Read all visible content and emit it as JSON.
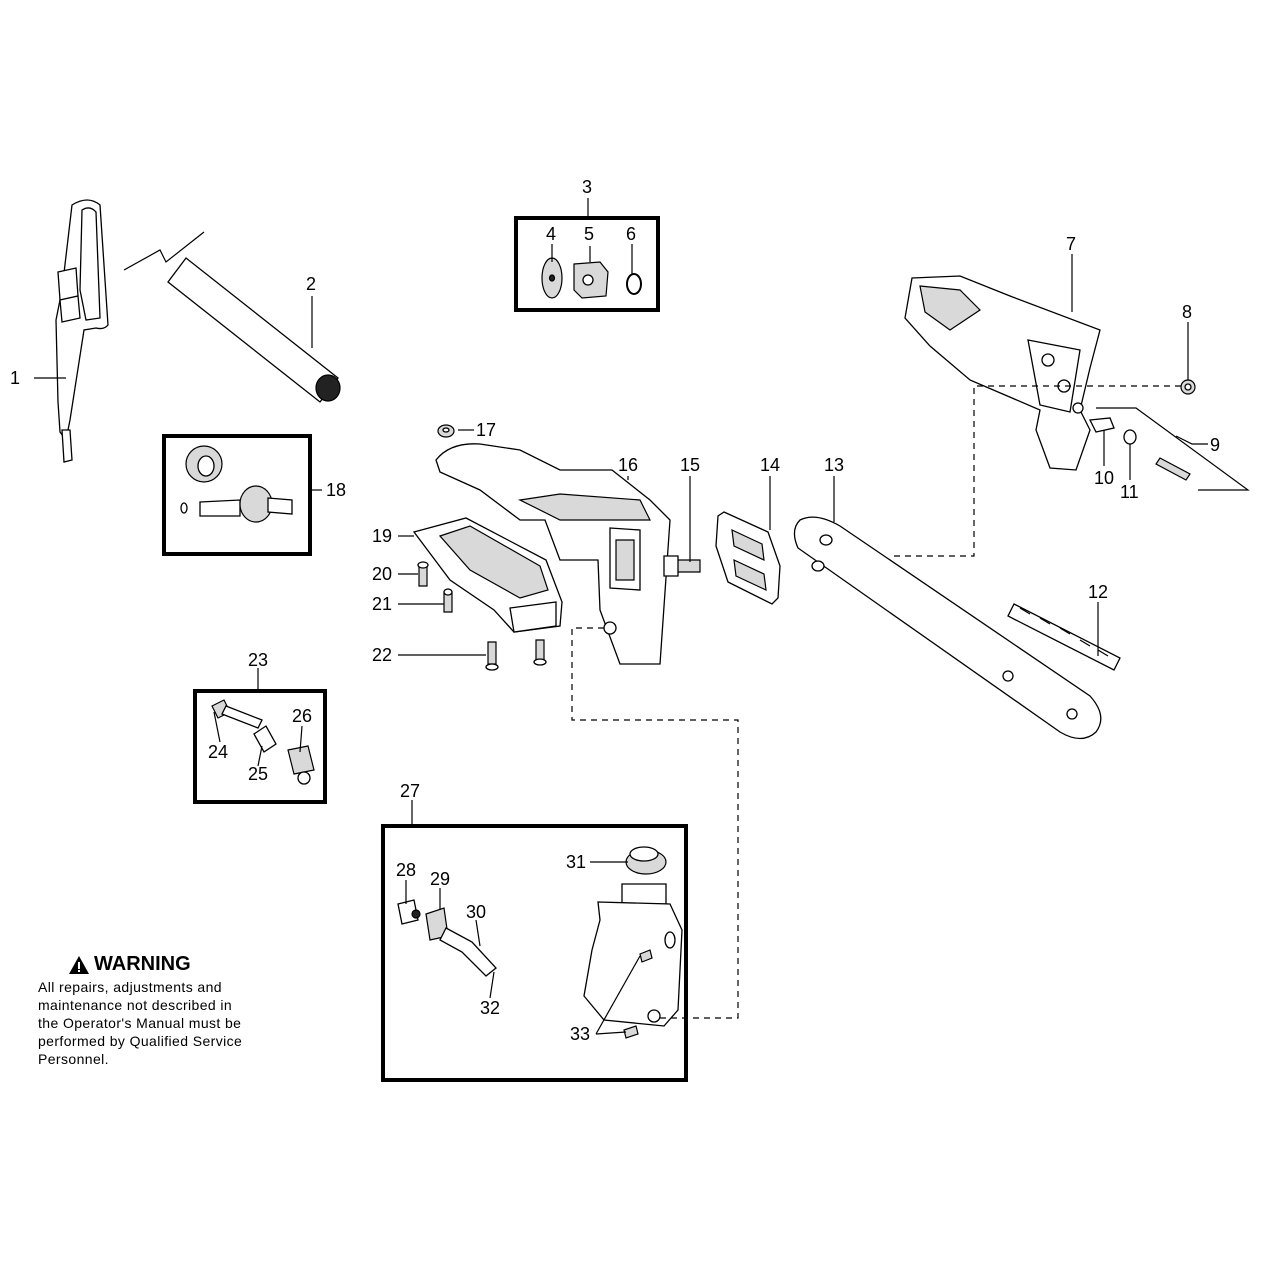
{
  "callouts": {
    "c1": "1",
    "c2": "2",
    "c3": "3",
    "c4": "4",
    "c5": "5",
    "c6": "6",
    "c7": "7",
    "c8": "8",
    "c9": "9",
    "c10": "10",
    "c11": "11",
    "c12": "12",
    "c13": "13",
    "c14": "14",
    "c15": "15",
    "c16": "16",
    "c17": "17",
    "c18": "18",
    "c19": "19",
    "c20": "20",
    "c21": "21",
    "c22": "22",
    "c23": "23",
    "c24": "24",
    "c25": "25",
    "c26": "26",
    "c27": "27",
    "c28": "28",
    "c29": "29",
    "c30": "30",
    "c31": "31",
    "c32": "32",
    "c33": "33"
  },
  "warning": {
    "title": "WARNING",
    "lines": [
      "All repairs, adjustments and",
      "maintenance not described in",
      "the Operator's Manual must be",
      "performed by Qualified Service",
      "Personnel."
    ]
  },
  "icons": {
    "warning": "warning-triangle-icon"
  }
}
